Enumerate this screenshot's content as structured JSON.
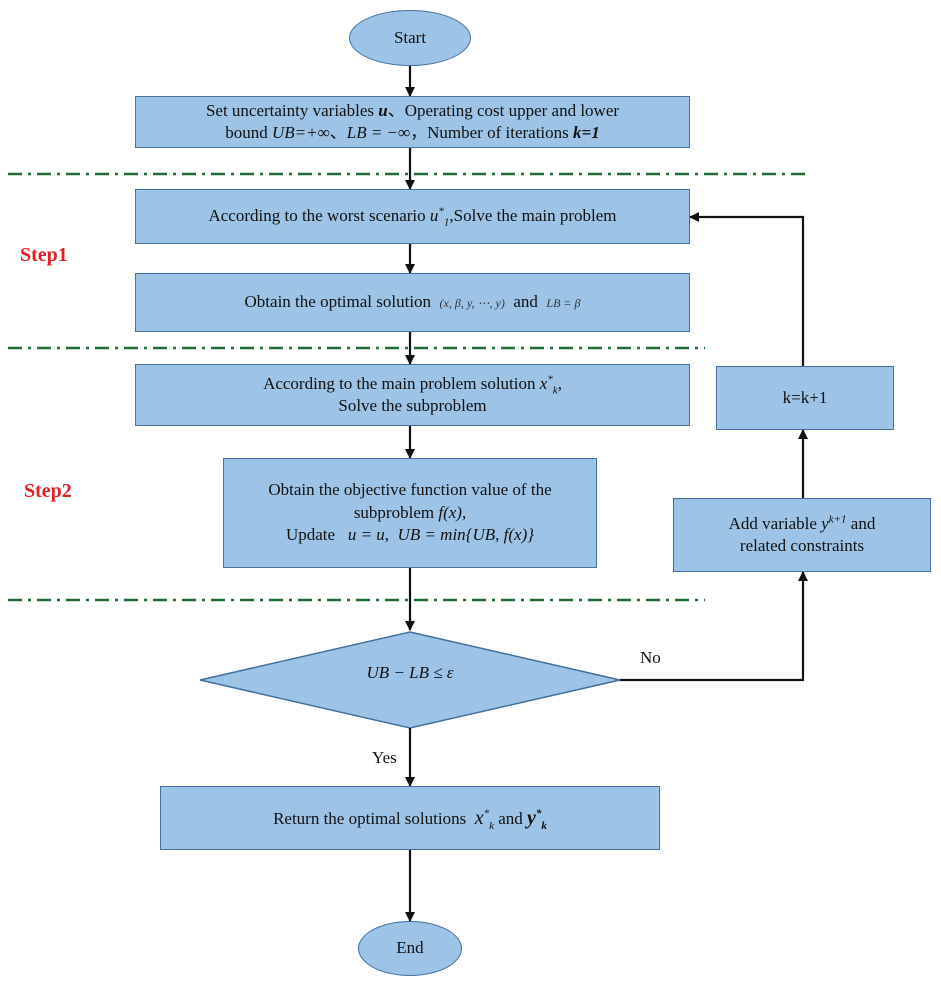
{
  "nodes": {
    "start": "Start",
    "init": {
      "line1_prefix": "Set uncertainty variables",
      "line1_var": "u",
      "line1_sep": "、",
      "line1_suffix": "Operating cost upper and lower",
      "line2_prefix": "bound",
      "ub_init": "UB=+∞",
      "sep": "、",
      "lb_init": "LB = −∞",
      "iter_prefix": "，Number of iterations",
      "iter_init": "k=1"
    },
    "main_problem": {
      "prefix": "According to the worst scenario",
      "var": "u",
      "suffix": ",Solve the main problem"
    },
    "optimal_solution": {
      "prefix": "Obtain the optimal solution",
      "tuple": "(x, β, y, ⋯, y)",
      "and": "and",
      "lb_update": "LB = β"
    },
    "subproblem": {
      "line1_prefix": "According to the main problem solution",
      "line1_var": "x",
      "line1_comma": ",",
      "line2": "Solve the subproblem"
    },
    "objective": {
      "line1": "Obtain the objective function value of the",
      "line2_prefix": "subproblem",
      "line2_math": "f(x)",
      "line2_comma": ",",
      "line3_prefix": "Update",
      "line3_u": "u = u",
      "line3_ub": "UB = min{UB, f(x)}"
    },
    "increment": "k=k+1",
    "add_variable": {
      "line1_prefix": "Add variable",
      "line1_var": "y",
      "line1_suffix": "and",
      "line2": "related constraints"
    },
    "decision": "UB − LB ≤ ε",
    "return": {
      "prefix": "Return the optimal solutions",
      "x": "x",
      "and": "and",
      "y": "y"
    },
    "end": "End"
  },
  "labels": {
    "step1": "Step1",
    "step2": "Step2",
    "yes": "Yes",
    "no": "No"
  },
  "colors": {
    "node_fill": "#9dc3e6",
    "node_border": "#41719c",
    "separator": "#1e6b35",
    "step_label": "#e31e24"
  }
}
